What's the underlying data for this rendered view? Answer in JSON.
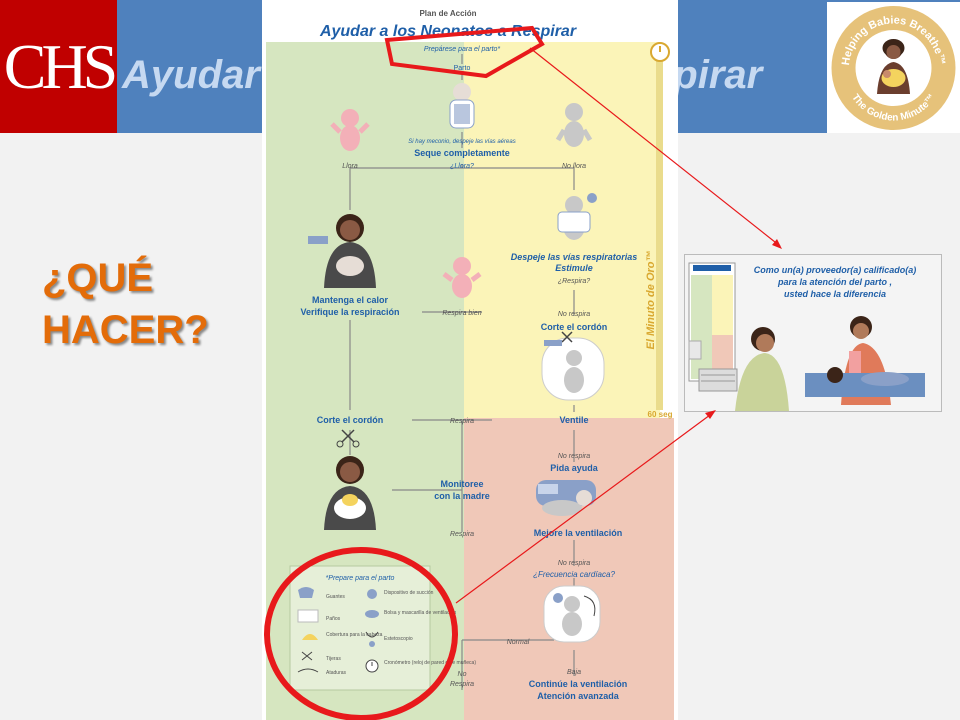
{
  "slide": {
    "logo_text": "CHS",
    "banner_title": "Ayudar a los Neonatos a Respirar",
    "que_hacer": [
      "¿QUÉ",
      "HACER?"
    ]
  },
  "hbb_logo": {
    "top_text": "Helping Babies Breathe™",
    "bottom_text": "The Golden Minute™"
  },
  "poster": {
    "header": "Plan de Acción",
    "title": "Ayudar a los Neonatos a Respirar",
    "prepare": "Prepárese para el parto*",
    "parto": "Parto",
    "meconio": "Si hay meconio, despeje las vías aéreas",
    "seque": "Seque completamente",
    "llora_q": "¿Llora?",
    "llora": "Llora",
    "no_llora": "No llora",
    "despeje": "Despeje las vías respiratorias",
    "estimule": "Estimule",
    "respira_q": "¿Respira?",
    "mantenga": "Mantenga el calor",
    "verifique": "Verifique la respiración",
    "respira_bien": "Respira bien",
    "no_respira": "No respira",
    "corte_cordon": "Corte el cordón",
    "respira": "Respira",
    "ventile": "Ventile",
    "pida_ayuda": "Pida ayuda",
    "monitoree": "Monitoree",
    "con_madre": "con la madre",
    "mejore": "Mejore la ventilación",
    "frecuencia": "¿Frecuencia cardíaca?",
    "normal": "Normal",
    "baja": "Baja",
    "continue": "Continúe la ventilación",
    "atencion": "Atención avanzada",
    "minuto_oro": "El Minuto de Oro™",
    "seg60": "60 seg",
    "prepare_box_title": "*Prepare para el parto",
    "supplies": [
      "Guantes",
      "Paños",
      "Cobertura para la cabeza",
      "Tijeras",
      "Ataduras",
      "Dispositivo de succión",
      "Bolsa y mascarilla de ventilación",
      "Estetoscopio",
      "Cronómetro (reloj de pared o de muñeca)"
    ]
  },
  "inset": {
    "caption": [
      "Como un(a) proveedor(a) calificado(a)",
      "para la atención del parto ,",
      "usted hace la diferencia"
    ]
  },
  "colors": {
    "banner": "#4f81bd",
    "logo_red": "#c00000",
    "title_light": "#c6d9f1",
    "orange": "#e36c09",
    "poster_blue": "#1f5fa8",
    "green_zone": "#d6e6c0",
    "yellow_zone": "#fbf4b8",
    "red_zone": "#f0c8b8",
    "gold": "#d9a830",
    "annotation_red": "#e8191b"
  }
}
